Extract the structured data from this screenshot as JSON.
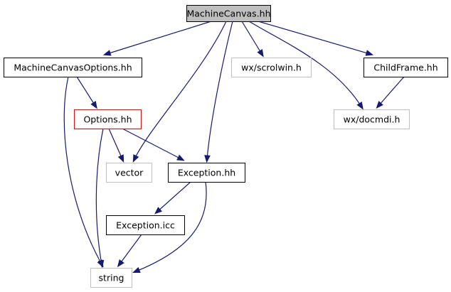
{
  "graph": {
    "nodes": [
      {
        "id": "machinecanvas-hh",
        "label": "MachineCanvas.hh",
        "border": "#000000",
        "fill": "#bfbfbf"
      },
      {
        "id": "machinecanvasoptions-hh",
        "label": "MachineCanvasOptions.hh",
        "border": "#000000",
        "fill": "#ffffff"
      },
      {
        "id": "wx-scrolwin-h",
        "label": "wx/scrolwin.h",
        "border": "#bfbfbf",
        "fill": "#ffffff"
      },
      {
        "id": "childframe-hh",
        "label": "ChildFrame.hh",
        "border": "#000000",
        "fill": "#ffffff"
      },
      {
        "id": "options-hh",
        "label": "Options.hh",
        "border": "#ff0000",
        "fill": "#ffffff"
      },
      {
        "id": "wx-docmdi-h",
        "label": "wx/docmdi.h",
        "border": "#bfbfbf",
        "fill": "#ffffff"
      },
      {
        "id": "vector",
        "label": "vector",
        "border": "#bfbfbf",
        "fill": "#ffffff"
      },
      {
        "id": "exception-hh",
        "label": "Exception.hh",
        "border": "#000000",
        "fill": "#ffffff"
      },
      {
        "id": "exception-icc",
        "label": "Exception.icc",
        "border": "#000000",
        "fill": "#ffffff"
      },
      {
        "id": "string",
        "label": "string",
        "border": "#bfbfbf",
        "fill": "#ffffff"
      }
    ],
    "edges": [
      {
        "from": "machinecanvas-hh",
        "to": "machinecanvasoptions-hh"
      },
      {
        "from": "machinecanvas-hh",
        "to": "vector"
      },
      {
        "from": "machinecanvas-hh",
        "to": "exception-hh"
      },
      {
        "from": "machinecanvas-hh",
        "to": "wx-scrolwin-h"
      },
      {
        "from": "machinecanvas-hh",
        "to": "wx-docmdi-h"
      },
      {
        "from": "machinecanvas-hh",
        "to": "childframe-hh"
      },
      {
        "from": "machinecanvasoptions-hh",
        "to": "options-hh"
      },
      {
        "from": "machinecanvasoptions-hh",
        "to": "string"
      },
      {
        "from": "options-hh",
        "to": "vector"
      },
      {
        "from": "options-hh",
        "to": "exception-hh"
      },
      {
        "from": "options-hh",
        "to": "string"
      },
      {
        "from": "childframe-hh",
        "to": "wx-docmdi-h"
      },
      {
        "from": "exception-hh",
        "to": "exception-icc"
      },
      {
        "from": "exception-hh",
        "to": "string"
      },
      {
        "from": "exception-icc",
        "to": "string"
      }
    ],
    "edge_color": "#191970"
  }
}
